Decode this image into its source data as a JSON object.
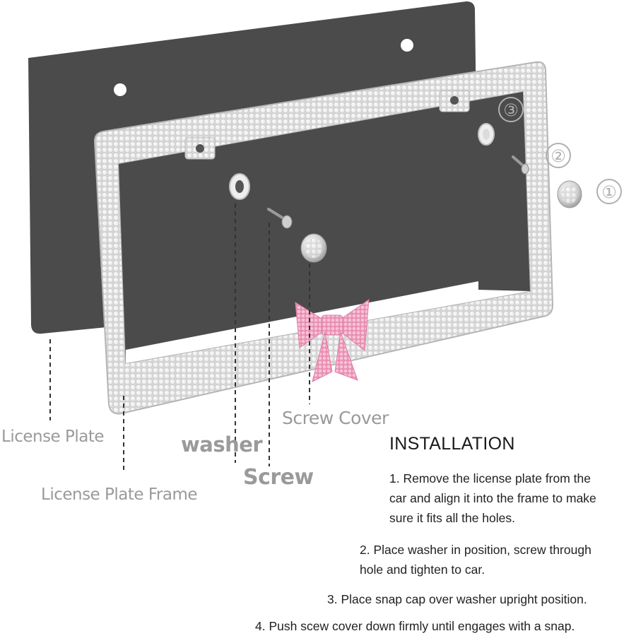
{
  "labels": {
    "license_plate": "License Plate",
    "license_plate_frame": "License Plate Frame",
    "washer": "washer",
    "screw": "Screw",
    "screw_cover": "Screw Cover"
  },
  "order_markers": [
    "③",
    "②",
    "①"
  ],
  "installation": {
    "title": "INSTALLATION",
    "steps": [
      {
        "lines": [
          "1. Remove the license plate from the",
          "car and align it into the frame to make",
          "sure it fits all the holes."
        ]
      },
      {
        "lines": [
          "2. Place washer in position, screw through",
          "hole and tighten to car."
        ]
      },
      {
        "lines": [
          "3. Place snap cap over washer upright position."
        ]
      },
      {
        "lines": [
          "4. Push scew cover down firmly until engages with a snap."
        ]
      }
    ]
  },
  "colors": {
    "plate": "#4a4a4a",
    "frame_crystal": "#d9d9d9",
    "bow": "#f2a7c3",
    "label_text": "#9a9a9a"
  }
}
